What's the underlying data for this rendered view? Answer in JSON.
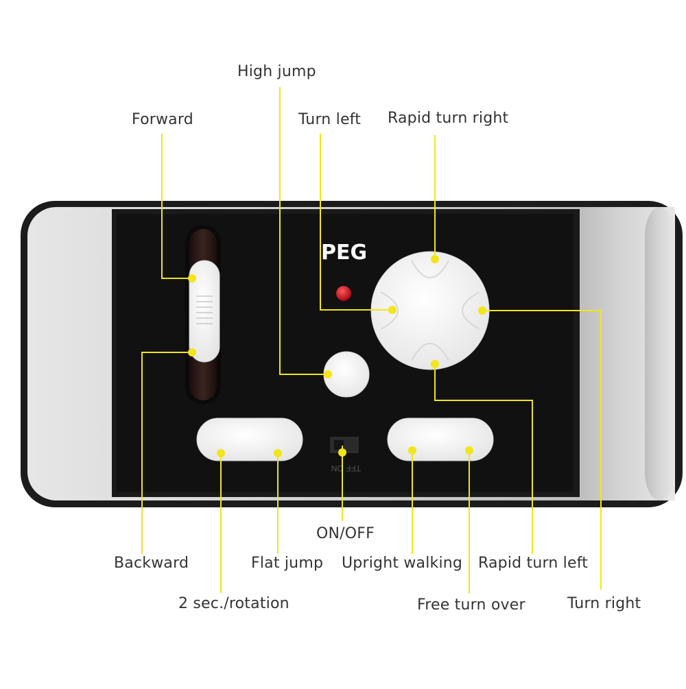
{
  "device": {
    "brand": "PEG",
    "switch_text": "TFF  ON"
  },
  "labels": {
    "high_jump": "High jump",
    "forward": "Forward",
    "turn_left": "Turn left",
    "rapid_turn_right": "Rapid turn right",
    "on_off": "ON/OFF",
    "backward": "Backward",
    "flat_jump": "Flat jump",
    "upright_walking": "Upright walking",
    "rapid_turn_left": "Rapid turn left",
    "two_sec_rotation": "2 sec./rotation",
    "free_turn_over": "Free turn over",
    "turn_right": "Turn right"
  },
  "colors": {
    "callout": "#F2E51A",
    "body_dark": "#1c1c1c",
    "panel": "#121212",
    "silver": "#d9d9d9",
    "button": "#f4f4f4",
    "led": "#d0101a"
  }
}
